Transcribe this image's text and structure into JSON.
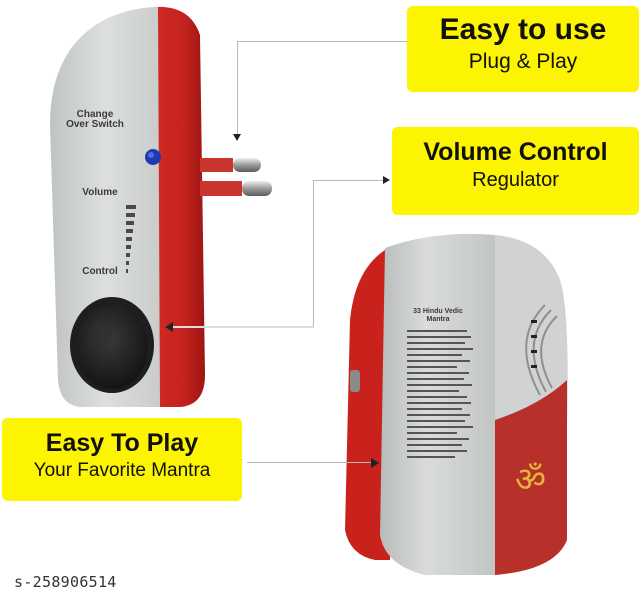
{
  "callouts": {
    "easy_to_use": {
      "title": "Easy to use",
      "subtitle": "Plug & Play"
    },
    "volume_control": {
      "title": "Volume Control",
      "subtitle": "Regulator"
    },
    "easy_to_play": {
      "title": "Easy To Play",
      "subtitle": "Your Favorite Mantra"
    }
  },
  "device_front": {
    "switch_label": "Change Over Switch",
    "volume_label": "Volume",
    "control_label": "Control"
  },
  "device_side": {
    "panel_title": "33 Hindu Vedic Mantra",
    "symbol": "ॐ"
  },
  "sku": "s-258906514",
  "colors": {
    "callout_bg": "#fcf400",
    "device_red": "#c8231f",
    "device_grey": "#d3d6d4",
    "knob": "#232323",
    "pin_red": "#c8362f"
  }
}
